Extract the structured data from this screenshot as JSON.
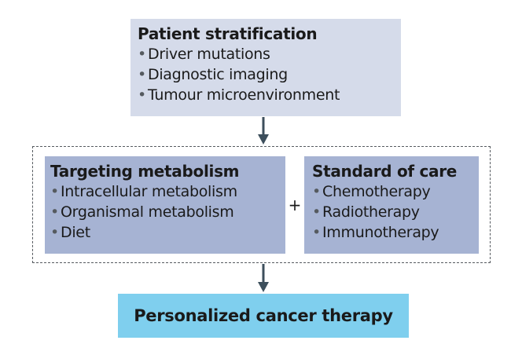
{
  "stratification": {
    "title": "Patient stratification",
    "items": [
      "Driver mutations",
      "Diagnostic imaging",
      "Tumour microenvironment"
    ]
  },
  "metabolism": {
    "title": "Targeting metabolism",
    "items": [
      "Intracellular metabolism",
      "Organismal metabolism",
      "Diet"
    ]
  },
  "combine_symbol": "+",
  "standard_care": {
    "title": "Standard of care",
    "items": [
      "Chemotherapy",
      "Radiotherapy",
      "Immunotherapy"
    ]
  },
  "outcome": {
    "title": "Personalized cancer therapy"
  },
  "colors": {
    "stratification_box": "#d5dbea",
    "middle_boxes": "#a6b3d3",
    "outcome_box": "#7fcfee",
    "arrows": "#3d4f5c"
  }
}
